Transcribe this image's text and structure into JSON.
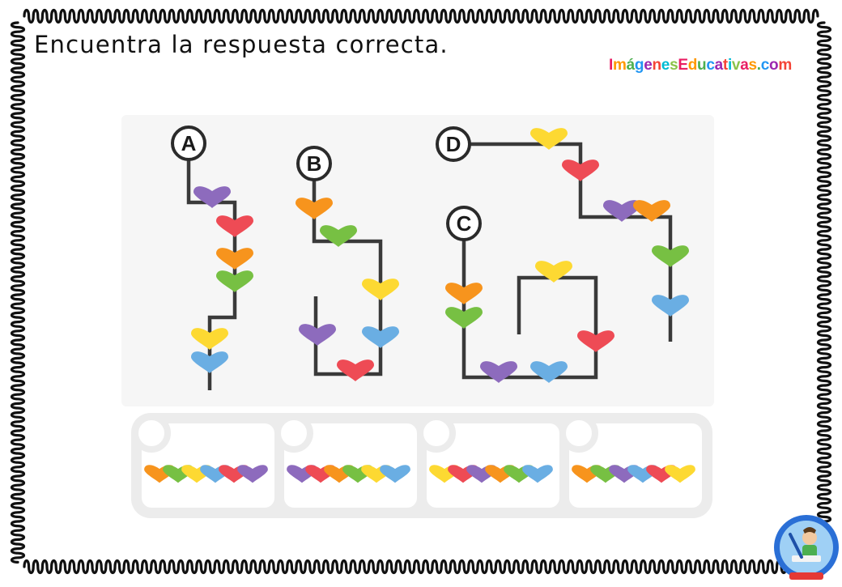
{
  "worksheet": {
    "instruction": "Encuentra la respuesta correcta.",
    "brand": "ImágenesEducativas.com"
  },
  "colors": {
    "purple": "#8d6bbd",
    "red": "#ee4b55",
    "orange": "#f7941d",
    "green": "#77c043",
    "yellow": "#fdd932",
    "blue": "#6aaee3",
    "line": "#3a3a3a",
    "panel": "#ececec",
    "brand_palette": [
      "#e91e63",
      "#ff9800",
      "#4caf50",
      "#2196f3",
      "#9c27b0",
      "#f44336",
      "#00bcd4",
      "#8bc34a"
    ]
  },
  "paths": [
    {
      "label": "A",
      "hearts": [
        "purple",
        "red",
        "orange",
        "green",
        "yellow",
        "blue"
      ]
    },
    {
      "label": "B",
      "hearts": [
        "orange",
        "green",
        "yellow",
        "blue",
        "red",
        "purple"
      ]
    },
    {
      "label": "C",
      "hearts": [
        "orange",
        "green",
        "purple",
        "blue",
        "red",
        "yellow"
      ]
    },
    {
      "label": "D",
      "hearts": [
        "yellow",
        "red",
        "purple",
        "orange",
        "green",
        "blue"
      ]
    }
  ],
  "answer_options": [
    {
      "hearts": [
        "orange",
        "green",
        "yellow",
        "blue",
        "red",
        "purple"
      ]
    },
    {
      "hearts": [
        "purple",
        "red",
        "orange",
        "green",
        "yellow",
        "blue"
      ]
    },
    {
      "hearts": [
        "yellow",
        "red",
        "purple",
        "orange",
        "green",
        "blue"
      ]
    },
    {
      "hearts": [
        "orange",
        "green",
        "purple",
        "blue",
        "red",
        "yellow"
      ]
    }
  ],
  "badge": {
    "icon": "child-writing-icon",
    "url_text": "http://www.imageneseducativas.com"
  }
}
